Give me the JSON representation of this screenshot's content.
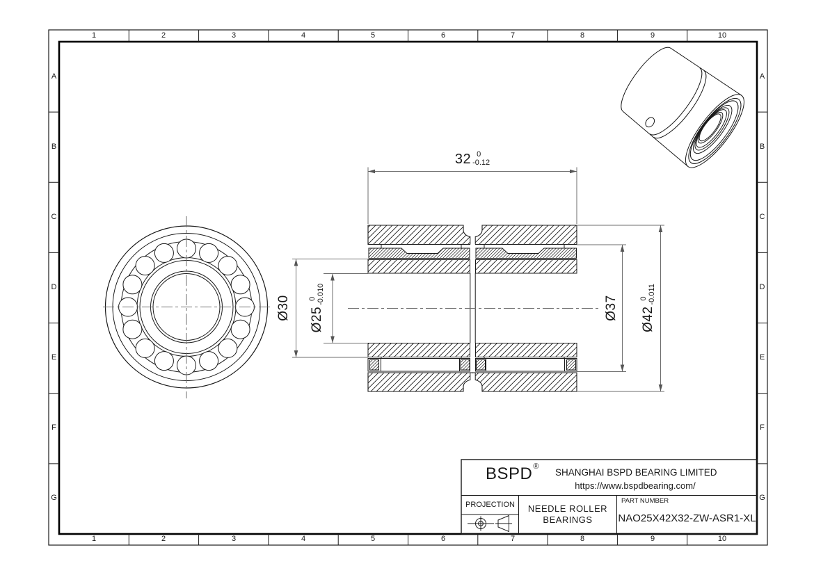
{
  "grid": {
    "columns": [
      "1",
      "2",
      "3",
      "4",
      "5",
      "6",
      "7",
      "8",
      "9",
      "10"
    ],
    "rows": [
      "A",
      "B",
      "C",
      "D",
      "E",
      "F",
      "G"
    ]
  },
  "dims": {
    "w32": {
      "value": "32",
      "tol_up": "0",
      "tol_dn": "-0.12"
    },
    "d30": {
      "value": "Ø30"
    },
    "d25": {
      "value": "Ø25",
      "tol_up": "0",
      "tol_dn": "-0.010"
    },
    "d37": {
      "value": "Ø37"
    },
    "d42": {
      "value": "Ø42",
      "tol_up": "0",
      "tol_dn": "-0.011"
    }
  },
  "title_block": {
    "logo": "BSPD",
    "logo_mark": "®",
    "company": "SHANGHAI BSPD BEARING LIMITED",
    "website": "https://www.bspdbearing.com/",
    "projection_label": "PROJECTION",
    "product_line1": "NEEDLE  ROLLER",
    "product_line2": "BEARINGS",
    "part_number_label": "PART NUMBER",
    "part_number": "NAO25X42X32-ZW-ASR1-XL"
  },
  "colors": {
    "line": "#1a1a1a",
    "dim": "#6e6e6e",
    "background": "#ffffff"
  }
}
